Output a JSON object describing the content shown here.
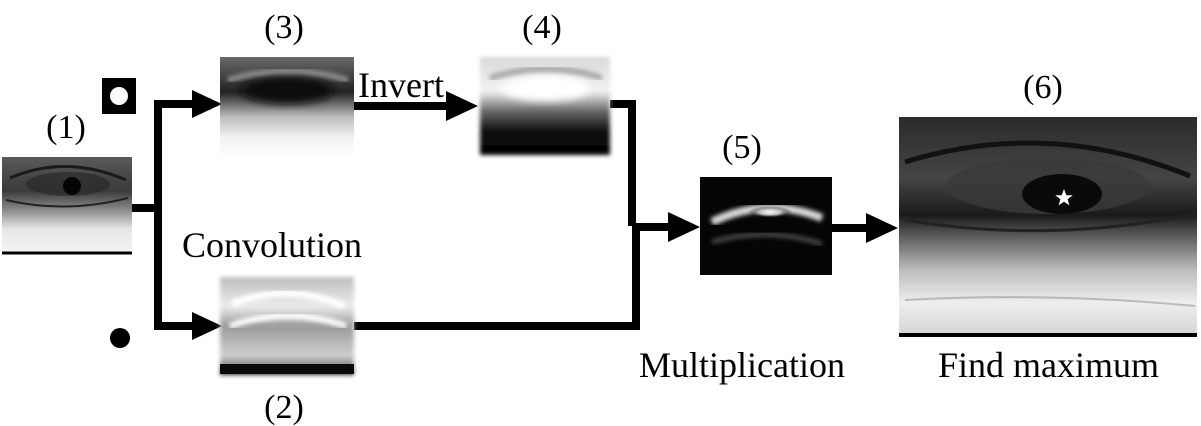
{
  "labels": {
    "step1": "(1)",
    "step2": "(2)",
    "step3": "(3)",
    "step4": "(4)",
    "step5": "(5)",
    "step6": "(6)",
    "invert": "Invert",
    "convolution": "Convolution",
    "multiplication": "Multiplication",
    "find_maximum": "Find maximum"
  }
}
